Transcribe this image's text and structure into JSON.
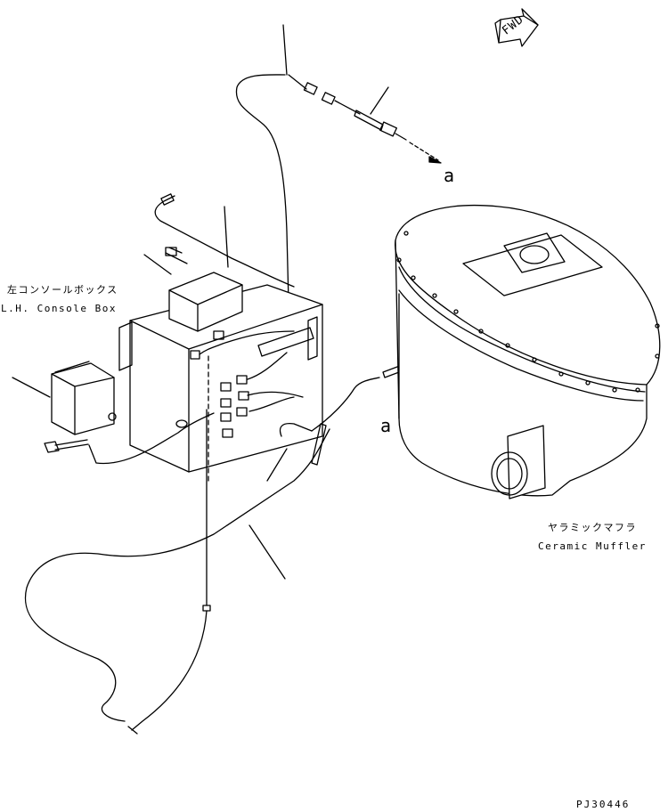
{
  "labels": {
    "console_box_jp": "左コンソールボックス",
    "console_box_en": "L.H. Console Box",
    "muffler_jp": "ヤラミックマフラ",
    "muffler_en": "Ceramic Muffler",
    "marker_a_top": "a",
    "marker_a_mid": "a",
    "direction": "FWD",
    "drawing_code": "PJ30446"
  },
  "colors": {
    "line": "#000000",
    "background": "#ffffff"
  }
}
